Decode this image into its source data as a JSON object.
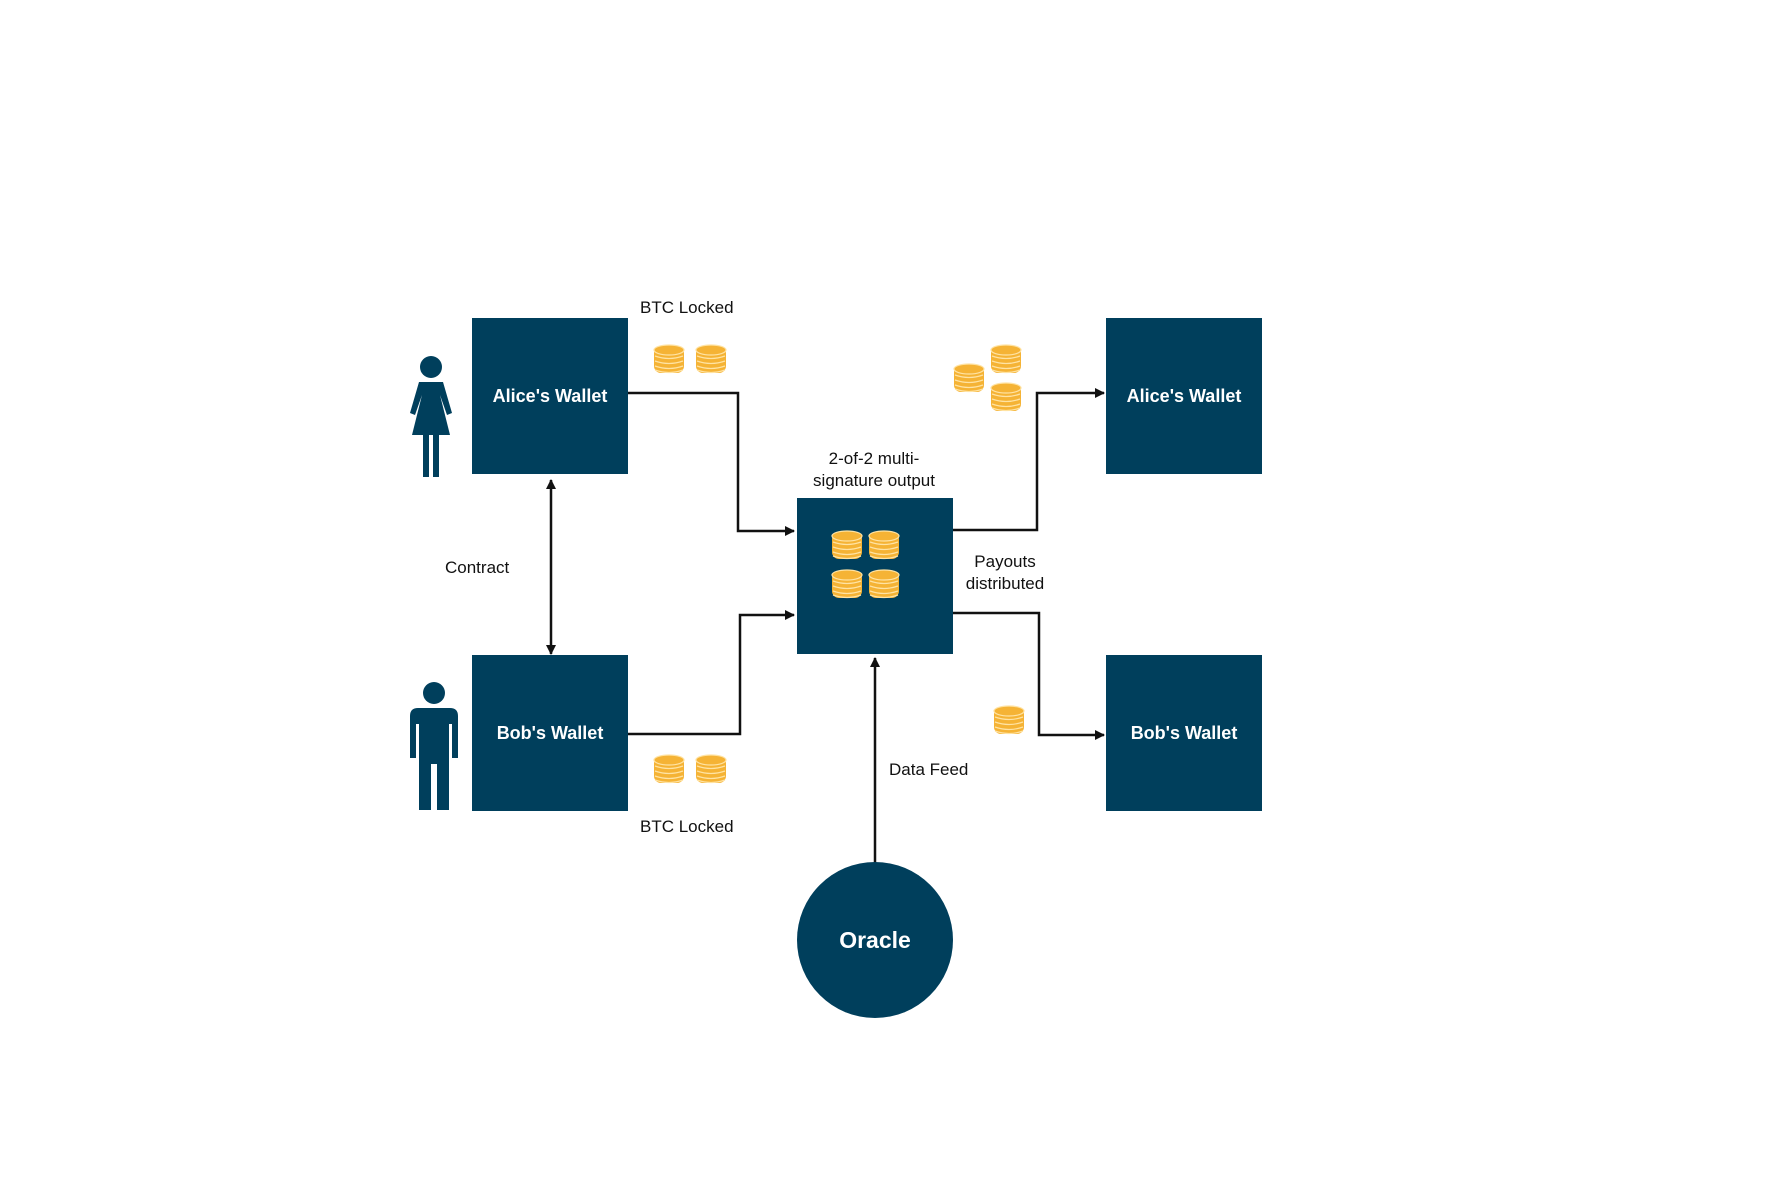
{
  "colors": {
    "box": "#003f5c",
    "coin": "#f5b335",
    "coin_line": "#ffe3a3",
    "arrow": "#111111",
    "text": "#111111",
    "box_text": "#ffffff"
  },
  "nodes": {
    "alice_wallet_left": {
      "label": "Alice's Wallet"
    },
    "bob_wallet_left": {
      "label": "Bob's Wallet"
    },
    "multisig": {
      "label": ""
    },
    "alice_wallet_right": {
      "label": "Alice's Wallet"
    },
    "bob_wallet_right": {
      "label": "Bob's Wallet"
    },
    "oracle": {
      "label": "Oracle"
    }
  },
  "labels": {
    "btc_locked_top": "BTC Locked",
    "btc_locked_bottom": "BTC Locked",
    "multisig_line1": "2-of-2 multi-",
    "multisig_line2": "signature output",
    "contract": "Contract",
    "payouts_line1": "Payouts",
    "payouts_line2": "distributed",
    "data_feed": "Data Feed"
  },
  "icons": {
    "person_female": "woman-icon",
    "person_male": "man-icon",
    "coin": "coin-stack-icon"
  }
}
